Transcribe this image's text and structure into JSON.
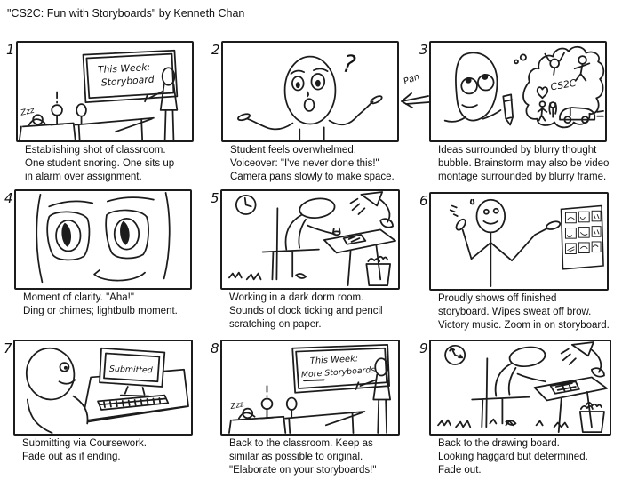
{
  "title": "\"CS2C: Fun with Storyboards\" by Kenneth Chan",
  "pan": {
    "label": "Pan"
  },
  "panels": [
    {
      "number": "1",
      "caption_lines": [
        "Establishing shot of classroom.",
        "One student snoring. One sits up",
        "in alarm over assignment."
      ],
      "art_text": {
        "board_line1": "This Week:",
        "board_line2": "Storyboard",
        "snore": "Zzz"
      }
    },
    {
      "number": "2",
      "caption_lines": [
        "Student feels overwhelmed.",
        "Voiceover: \"I've never done this!\"",
        "Camera pans slowly to make space."
      ],
      "art_text": {
        "question_mark": "?"
      }
    },
    {
      "number": "3",
      "caption_lines": [
        "Ideas surrounded by blurry thought",
        "bubble. Brainstorm may also be video",
        "montage surrounded by blurry frame."
      ],
      "art_text": {
        "bubble_label": "CS2C"
      }
    },
    {
      "number": "4",
      "caption_lines": [
        "Moment of clarity. \"Aha!\"",
        "Ding or chimes; lightbulb moment."
      ],
      "art_text": {}
    },
    {
      "number": "5",
      "caption_lines": [
        "Working in a dark dorm room.",
        "Sounds of clock ticking and pencil",
        "scratching on paper."
      ],
      "art_text": {}
    },
    {
      "number": "6",
      "caption_lines": [
        "Proudly shows off finished",
        "storyboard. Wipes sweat off brow.",
        "Victory music. Zoom in on storyboard."
      ],
      "art_text": {}
    },
    {
      "number": "7",
      "caption_lines": [
        "Submitting via Coursework.",
        "Fade out as if ending."
      ],
      "art_text": {
        "screen_text": "Submitted"
      }
    },
    {
      "number": "8",
      "caption_lines": [
        "Back to the classroom. Keep as",
        "similar as possible to original.",
        "\"Elaborate on your storyboards!\""
      ],
      "art_text": {
        "board_line1": "This Week:",
        "board_line2": "More Storyboards",
        "snore": "Zzz"
      }
    },
    {
      "number": "9",
      "caption_lines": [
        "Back to the drawing board.",
        "Looking haggard but determined.",
        "Fade out."
      ],
      "art_text": {}
    }
  ]
}
